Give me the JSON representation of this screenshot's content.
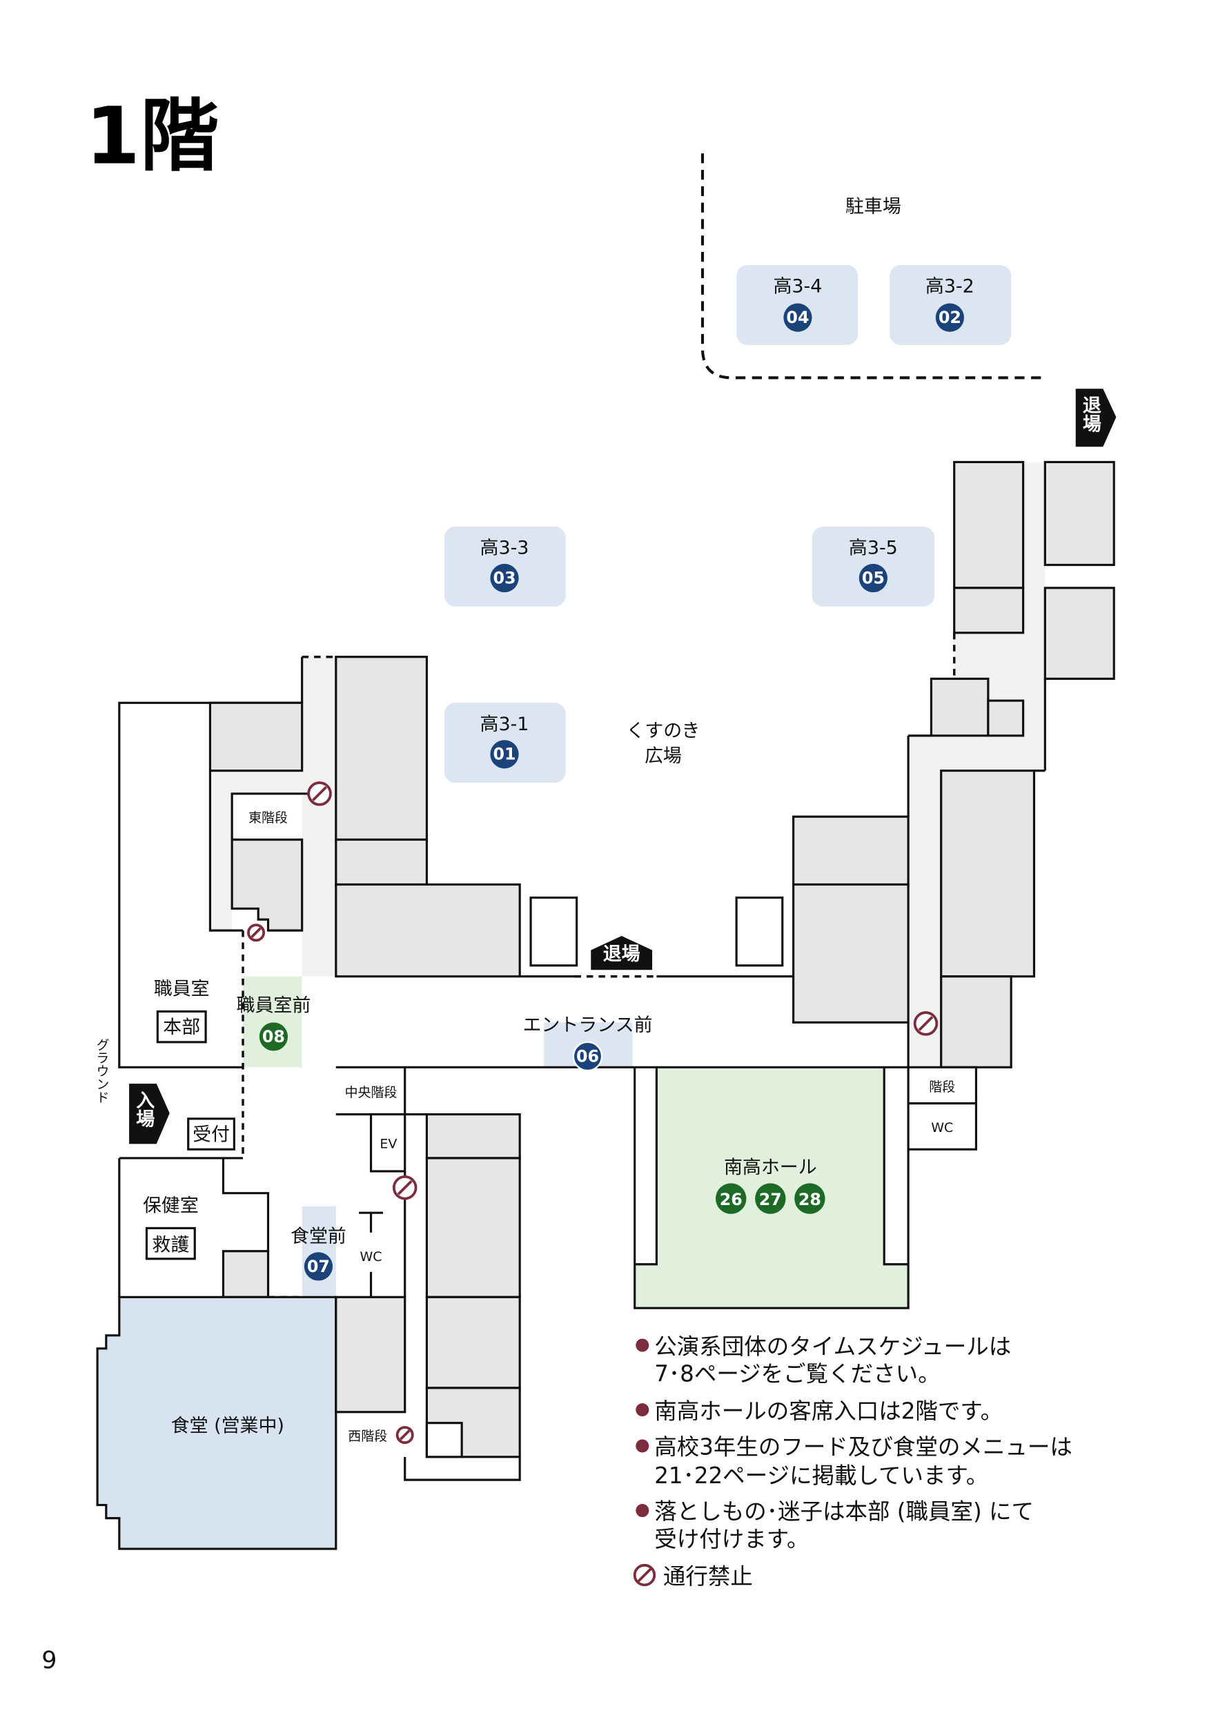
{
  "page": {
    "title": "1階",
    "page_number": "9"
  },
  "colors": {
    "room_blue": "#dce6f2",
    "badge_blue": "#1b4379",
    "badge_green": "#1d6a27",
    "hall_green": "#e0f0dc",
    "cafeteria_blue": "#d7e3f0",
    "room_gray": "#e6e6e6",
    "corridor_gray": "#f1f1f1",
    "accent_red": "#7b2d3e"
  },
  "map": {
    "parking": "駐車場",
    "plaza": [
      "くすのき",
      "広場"
    ],
    "exit_north": "退場",
    "exit_center": "退場",
    "ground": "グラウンド",
    "entry": "入場"
  },
  "rooms": [
    {
      "label": "高3-4",
      "number": "04"
    },
    {
      "label": "高3-2",
      "number": "02"
    },
    {
      "label": "高3-3",
      "number": "03"
    },
    {
      "label": "高3-5",
      "number": "05"
    },
    {
      "label": "高3-1",
      "number": "01"
    }
  ],
  "areas": {
    "east_stairs": "東階段",
    "staff_room": "職員室",
    "hq": "本部",
    "staff_front": "職員室前",
    "staff_front_no": "08",
    "entrance_front": "エントランス前",
    "entrance_no": "06",
    "reception": "受付",
    "central_stairs": "中央階段",
    "ev": "EV",
    "infirmary": "保健室",
    "first_aid": "救護",
    "cafeteria_front": "食堂前",
    "cafeteria_front_no": "07",
    "wc_center": "WC",
    "cafeteria": "食堂 (営業中)",
    "west_stairs": "西階段",
    "hall": "南高ホール",
    "hall_numbers": [
      "26",
      "27",
      "28"
    ],
    "stairs_right": "階段",
    "wc_right": "WC"
  },
  "notes": [
    {
      "lines": [
        "公演系団体のタイムスケジュールは",
        "7･8ページをご覧ください。"
      ]
    },
    {
      "lines": [
        "南高ホールの客席入口は2階です。"
      ]
    },
    {
      "lines": [
        "高校3年生のフード及び食堂のメニューは",
        "21･22ページに掲載しています。"
      ]
    },
    {
      "lines": [
        "落としもの･迷子は本部 (職員室) にて",
        "受け付けます。"
      ]
    }
  ],
  "legend": {
    "no_entry": "通行禁止",
    "icon": "no-entry-icon"
  }
}
